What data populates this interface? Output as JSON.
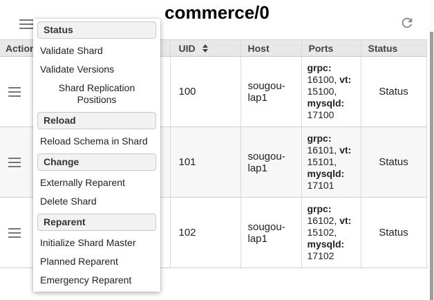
{
  "header": {
    "title": "commerce/0"
  },
  "icons": {
    "top_left": "hamburger-menu-icon",
    "top_right": "refresh-icon",
    "row_action": "hamburger-menu-icon",
    "uid_sort": "sort-arrows-icon"
  },
  "colors": {
    "table_header_bg": "#e8e8e8",
    "alt_row_bg": "#f7f7f7",
    "menu_header_bg": "#f2f2f2",
    "icon_gray": "#757575"
  },
  "context_menu": {
    "sections": [
      {
        "header": "Status",
        "items": [
          "Validate Shard",
          "Validate Versions",
          "Shard Replication Positions"
        ]
      },
      {
        "header": "Reload",
        "items": [
          "Reload Schema in Shard"
        ]
      },
      {
        "header": "Change",
        "items": [
          "Externally Reparent",
          "Delete Shard"
        ]
      },
      {
        "header": "Reparent",
        "items": [
          "Initialize Shard Master",
          "Planned Reparent",
          "Emergency Reparent"
        ]
      }
    ]
  },
  "table": {
    "columns": [
      {
        "label": "Action"
      },
      {
        "label": ""
      },
      {
        "label": "UID",
        "sortable": true
      },
      {
        "label": "Host"
      },
      {
        "label": "Ports"
      },
      {
        "label": "Status"
      }
    ],
    "rows": [
      {
        "uid": "100",
        "host": "sougou-lap1",
        "ports": [
          {
            "label": "grpc:",
            "value": " 16100, "
          },
          {
            "label": "vt:",
            "value": " 15100, "
          },
          {
            "label": "mysqld:",
            "value": " 17100"
          }
        ],
        "status": "Status"
      },
      {
        "uid": "101",
        "host": "sougou-lap1",
        "ports": [
          {
            "label": "grpc:",
            "value": " 16101, "
          },
          {
            "label": "vt:",
            "value": " 15101, "
          },
          {
            "label": "mysqld:",
            "value": " 17101"
          }
        ],
        "status": "Status"
      },
      {
        "uid": "102",
        "host": "sougou-lap1",
        "ports": [
          {
            "label": "grpc:",
            "value": " 16102, "
          },
          {
            "label": "vt:",
            "value": " 15102, "
          },
          {
            "label": "mysqld:",
            "value": " 17102"
          }
        ],
        "status": "Status"
      }
    ]
  }
}
